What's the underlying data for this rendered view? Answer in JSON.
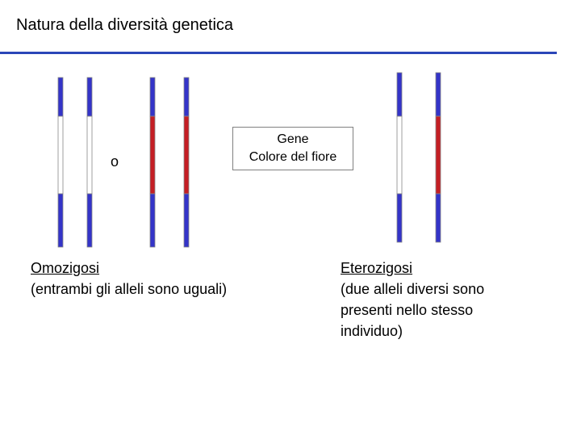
{
  "title": "Natura della diversità genetica",
  "colors": {
    "title_rule": "#2b46b8",
    "chromosome_blue": "#3434c8",
    "allele_red": "#c41e24",
    "allele_white": "#ffffff",
    "outline": "#888888"
  },
  "separator": "o",
  "gene_box": {
    "line1": "Gene",
    "line2": "Colore del fiore"
  },
  "homozygous": {
    "heading": "Omozigosi",
    "description": "(entrambi gli alleli sono uguali)",
    "pairs": [
      {
        "allele_color": "white"
      },
      {
        "allele_color": "red"
      }
    ]
  },
  "heterozygous": {
    "heading": "Eterozigosi",
    "description": "(due alleli diversi sono presenti nello stesso individuo)",
    "pair": [
      {
        "allele_color": "white"
      },
      {
        "allele_color": "red"
      }
    ]
  }
}
